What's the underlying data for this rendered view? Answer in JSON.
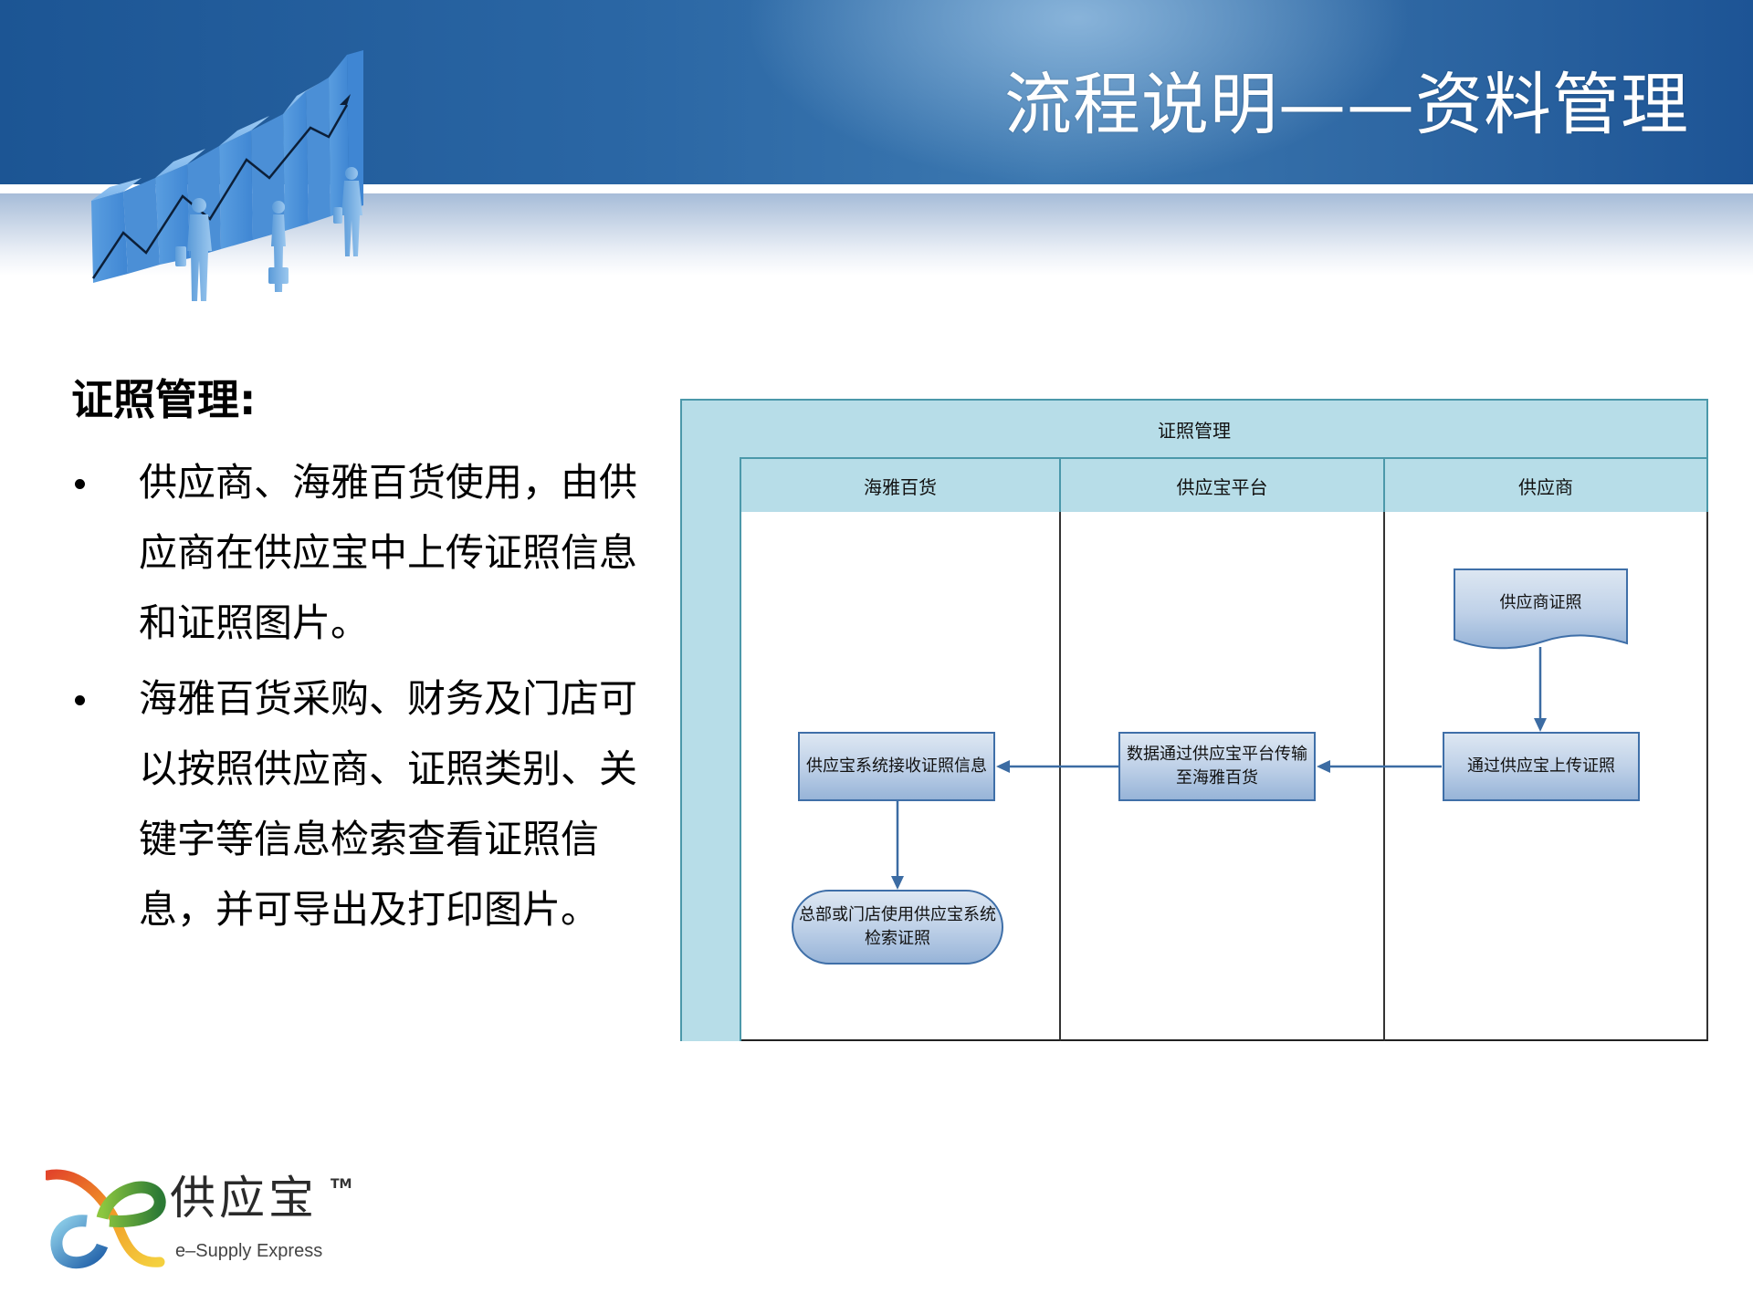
{
  "slide": {
    "title": "流程说明——资料管理"
  },
  "content": {
    "heading": "证照管理:",
    "bullets": [
      "供应商、海雅百货使用，由供应商在供应宝中上传证照信息和证照图片。",
      "海雅百货采购、财务及门店可以按照供应商、证照类别、关键字等信息检索查看证照信息，并可导出及打印图片。"
    ]
  },
  "diagram": {
    "pool_title": "证照管理",
    "lanes": [
      {
        "label": "海雅百货"
      },
      {
        "label": "供应宝平台"
      },
      {
        "label": "供应商"
      }
    ],
    "nodes": {
      "supplier_cert": "供应商证照",
      "upload": "通过供应宝上传证照",
      "transfer": "数据通过供应宝平台传输至海雅百货",
      "receive": "供应宝系统接收证照信息",
      "search": "总部或门店使用供应宝系统检索证照"
    },
    "colors": {
      "lane_fill": "#b7dde8",
      "lane_border": "#4b98aa",
      "shape_top": "#dde7f2",
      "shape_bottom": "#97b4d8",
      "shape_border": "#3f6fa8",
      "arrow": "#3c6ca3"
    }
  },
  "logo": {
    "name_cn": "供应宝",
    "trademark": "TM",
    "name_en": "e–Supply Express"
  },
  "theme": {
    "header_blue": "#1f5897",
    "header_highlight": "#6a9bc9"
  }
}
